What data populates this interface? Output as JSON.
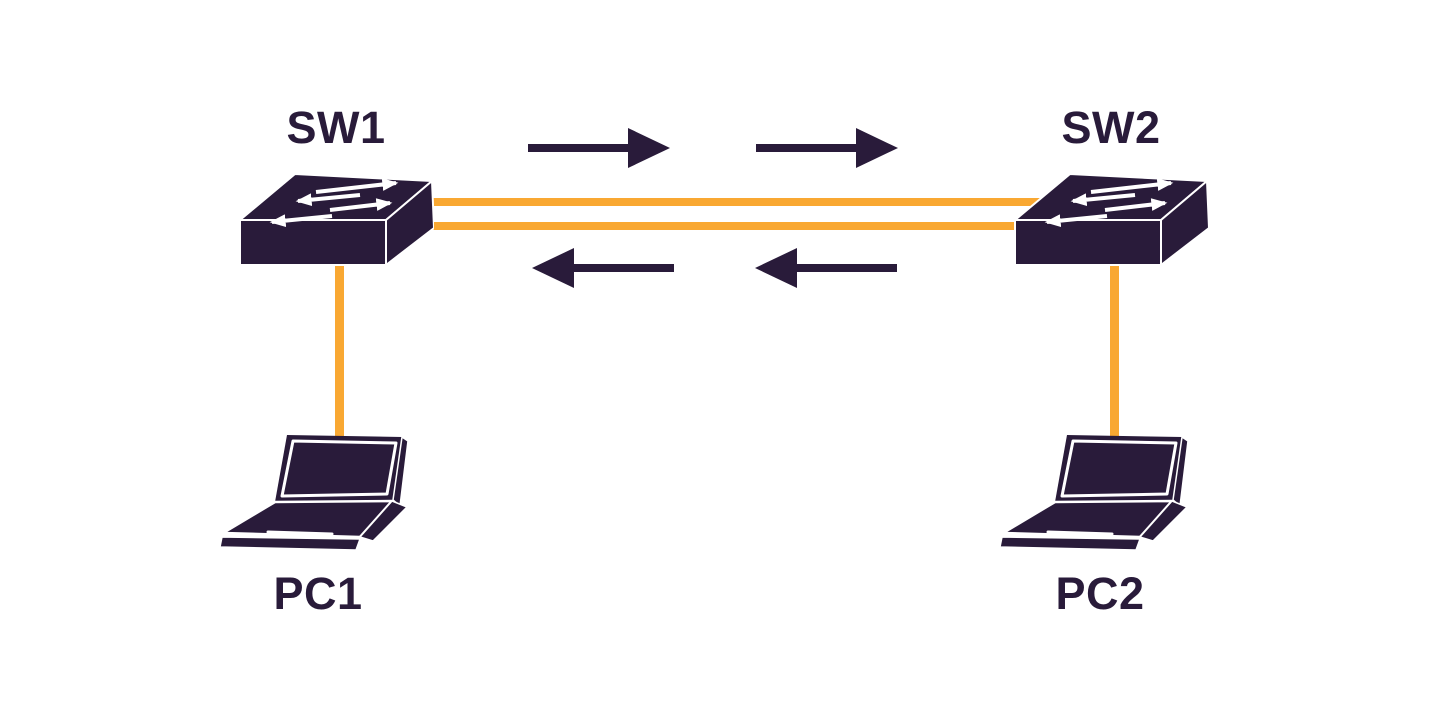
{
  "diagram": {
    "type": "network-topology",
    "colors": {
      "node": "#291B3A",
      "link": "#F9A832",
      "bg": "#FFFFFF",
      "icon_detail": "#FFFFFF"
    },
    "nodes": {
      "sw1": {
        "label": "SW1",
        "kind": "switch"
      },
      "sw2": {
        "label": "SW2",
        "kind": "switch"
      },
      "pc1": {
        "label": "PC1",
        "kind": "laptop"
      },
      "pc2": {
        "label": "PC2",
        "kind": "laptop"
      }
    },
    "links": [
      {
        "from": "SW1",
        "to": "SW2",
        "style": "double-parallel-horizontal"
      },
      {
        "from": "SW1",
        "to": "PC1",
        "style": "single-vertical"
      },
      {
        "from": "SW2",
        "to": "PC2",
        "style": "single-vertical"
      }
    ],
    "traffic_arrows": [
      {
        "direction": "right",
        "position": "above-trunk",
        "index": 1
      },
      {
        "direction": "right",
        "position": "above-trunk",
        "index": 2
      },
      {
        "direction": "left",
        "position": "below-trunk",
        "index": 1
      },
      {
        "direction": "left",
        "position": "below-trunk",
        "index": 2
      }
    ]
  }
}
